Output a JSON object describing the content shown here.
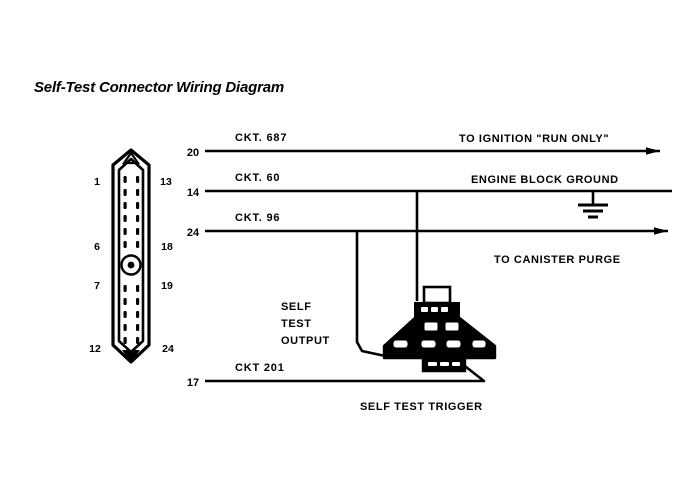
{
  "title": "Self-Test Connector Wiring Diagram",
  "connector": {
    "name": "Self-Test Connector",
    "pins_left": [
      "1",
      "6",
      "7",
      "12"
    ],
    "pins_right": [
      "13",
      "18",
      "19",
      "24"
    ],
    "center_feature": "keyway-grommet"
  },
  "circuits": [
    {
      "terminal": "20",
      "circuit": "CKT. 687",
      "destination": "TO IGNITION \"RUN ONLY\"",
      "arrow": true
    },
    {
      "terminal": "14",
      "circuit": "CKT. 60",
      "destination": "ENGINE BLOCK GROUND",
      "arrow": false,
      "symbol": "ground-symbol"
    },
    {
      "terminal": "24",
      "circuit": "CKT. 96",
      "destination": "TO CANISTER PURGE",
      "arrow": true
    },
    {
      "terminal": "17",
      "circuit": "CKT  201",
      "destination": "SELF TEST TRIGGER",
      "arrow": false
    }
  ],
  "callouts": {
    "self_test_output": [
      "SELF",
      "TEST",
      "OUTPUT"
    ],
    "self_test_trigger": "SELF TEST TRIGGER"
  },
  "colors": {
    "ink": "#000000",
    "background": "#ffffff"
  }
}
